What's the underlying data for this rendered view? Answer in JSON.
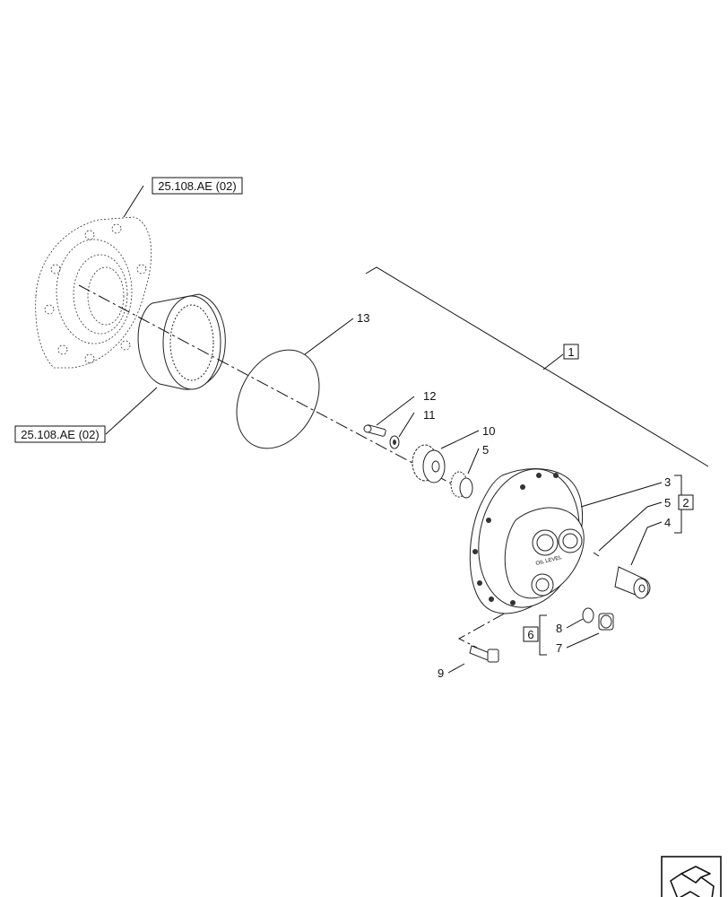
{
  "references": {
    "ref_top": "25.108.AE (02)",
    "ref_left": "25.108.AE (02)"
  },
  "groups": {
    "group1": "1",
    "group2": "2",
    "group6": "6"
  },
  "callouts": {
    "n3": "3",
    "n4": "4",
    "n5a": "5",
    "n5b": "5",
    "n7": "7",
    "n8": "8",
    "n9": "9",
    "n10": "10",
    "n11": "11",
    "n12": "12",
    "n13": "13"
  },
  "hub_engraving": "OIL LEVEL",
  "icons": {
    "navigation": "next-page-arrow-icon"
  }
}
